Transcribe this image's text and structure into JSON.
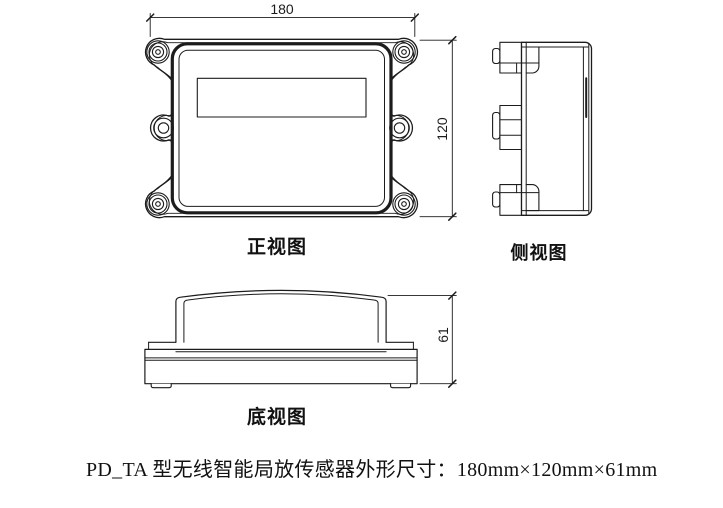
{
  "drawing": {
    "front_view": {
      "label": "正视图",
      "dim_width": "180",
      "dim_height": "120"
    },
    "side_view": {
      "label": "侧视图"
    },
    "bottom_view": {
      "label": "底视图",
      "dim_height": "61"
    },
    "caption": "PD_TA 型无线智能局放传感器外形尺寸：180mm×120mm×61mm"
  },
  "colors": {
    "line": "#1c1c1c",
    "background": "#ffffff"
  }
}
